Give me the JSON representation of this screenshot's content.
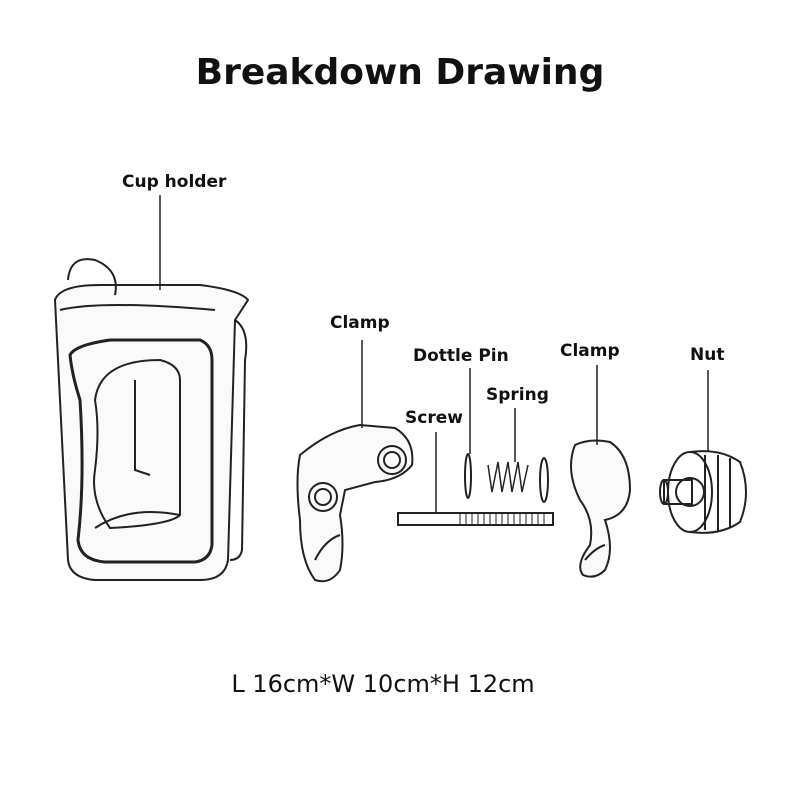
{
  "title": "Breakdown Drawing",
  "parts": {
    "cup_holder": "Cup holder",
    "clamp_left": "Clamp",
    "dottle_pin": "Dottle Pin",
    "spring": "Spring",
    "screw": "Screw",
    "clamp_right": "Clamp",
    "nut": "Nut"
  },
  "dimensions": "L 16cm*W 10cm*H 12cm"
}
